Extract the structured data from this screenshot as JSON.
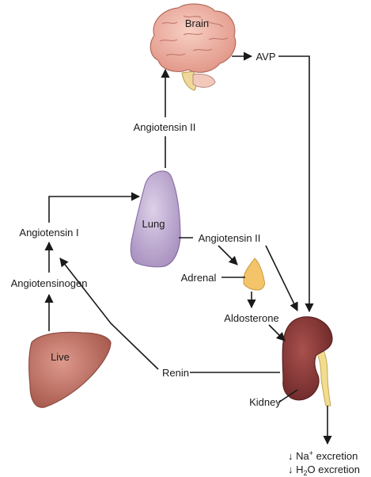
{
  "organs": {
    "brain": "Brain",
    "lung": "Lung",
    "liver": "Live",
    "kidney": "Kidney",
    "adrenal": "Adrenal"
  },
  "labels": {
    "avp": "AVP",
    "angiotensin_ii_top": "Angiotensin II",
    "angiotensin_i": "Angiotensin I",
    "angiotensinogen": "Angiotensinogen",
    "angiotensin_ii_mid": "Angiotensin II",
    "aldosterone": "Aldosterone",
    "renin": "Renin"
  },
  "outcomes": [
    {
      "arrow": "↓",
      "ion": "Na",
      "sup": "+",
      "text": " excretion"
    },
    {
      "arrow": "↓",
      "ion": "H",
      "sub": "2",
      "ion_tail": "O",
      "text": " excretion"
    }
  ],
  "colors": {
    "brain": "#f0b4a6",
    "brainstem": "#efd89a",
    "lung": "#c7b3d6",
    "liver": "#c77b6e",
    "kidney": "#8a3b3b",
    "ureter": "#f2dc8e",
    "adrenal": "#f3c46a"
  }
}
